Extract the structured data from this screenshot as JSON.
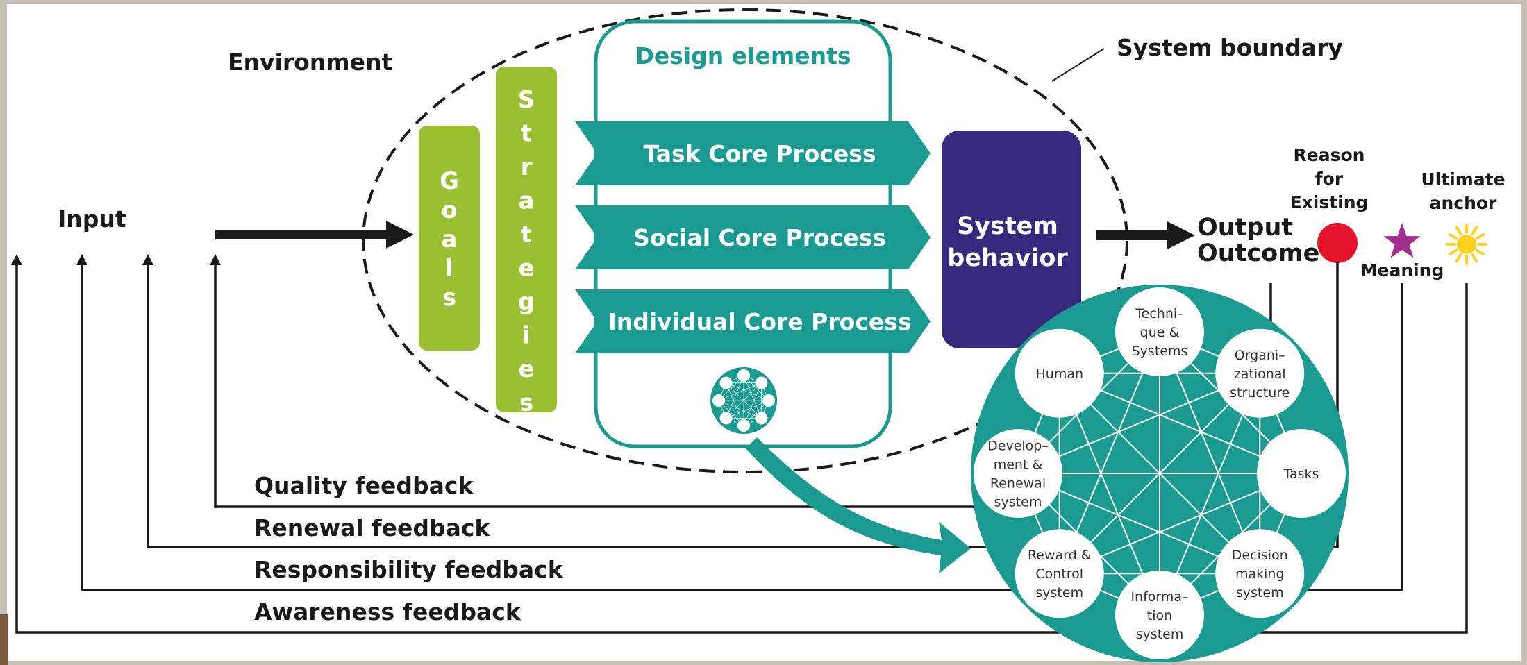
{
  "labels": {
    "environment": "Environment",
    "system_boundary": "System boundary",
    "input": "Input",
    "design_elements": "Design elements",
    "system_behavior": [
      "System",
      "behavior"
    ],
    "output": [
      "Output",
      "Outcome"
    ],
    "reason": [
      "Reason",
      "for",
      "Existing"
    ],
    "meaning": "Meaning",
    "ultimate_anchor": [
      "Ultimate",
      "anchor"
    ]
  },
  "goals": [
    "G",
    "o",
    "a",
    "l",
    "s"
  ],
  "strategies": [
    "S",
    "t",
    "r",
    "a",
    "t",
    "e",
    "g",
    "i",
    "e",
    "s"
  ],
  "core_processes": [
    "Task Core Process",
    "Social Core Process",
    "Individual Core Process"
  ],
  "feedback": [
    "Quality feedback",
    "Renewal feedback",
    "Responsibility feedback",
    "Awareness feedback"
  ],
  "network_nodes": [
    [
      "Techni–",
      "que &",
      "Systems"
    ],
    [
      "Organi–",
      "zational",
      "structure"
    ],
    [
      "Tasks"
    ],
    [
      "Decision",
      "making",
      "system"
    ],
    [
      "Informa–",
      "tion",
      "system"
    ],
    [
      "Reward &",
      "Control",
      "system"
    ],
    [
      "Develop–",
      "ment &",
      "Renewal",
      "system"
    ],
    [
      "Human"
    ]
  ],
  "colors": {
    "teal": "#1a9a90",
    "green": "#9bbf32",
    "purple": "#372a7e",
    "red": "#e4142a",
    "magenta": "#a2308f",
    "yellow": "#ffd21f",
    "border": "#c8c2b6",
    "ink": "#1a1a1a"
  }
}
